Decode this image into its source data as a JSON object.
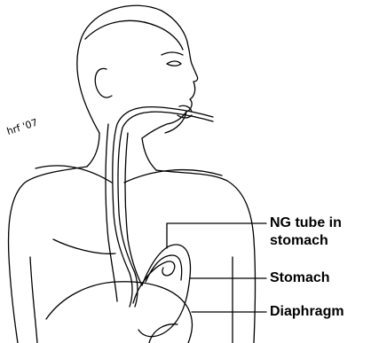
{
  "labels": {
    "ng_tube_line1": "NG tube in",
    "ng_tube_line2": "stomach",
    "stomach": "Stomach",
    "diaphragm": "Diaphragm"
  },
  "signature": "hrf '07",
  "colors": {
    "line": "#000000",
    "background": "#ffffff"
  }
}
